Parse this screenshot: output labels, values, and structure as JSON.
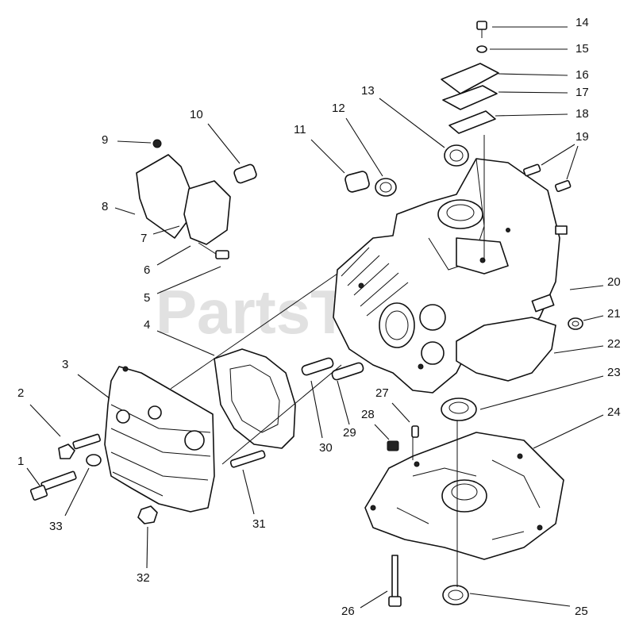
{
  "watermark": "PartsTre",
  "callouts": [
    {
      "id": "1",
      "label": "1"
    },
    {
      "id": "2",
      "label": "2"
    },
    {
      "id": "3",
      "label": "3"
    },
    {
      "id": "4",
      "label": "4"
    },
    {
      "id": "5",
      "label": "5"
    },
    {
      "id": "6",
      "label": "6"
    },
    {
      "id": "7",
      "label": "7"
    },
    {
      "id": "8",
      "label": "8"
    },
    {
      "id": "9",
      "label": "9"
    },
    {
      "id": "10",
      "label": "10"
    },
    {
      "id": "11",
      "label": "11"
    },
    {
      "id": "12",
      "label": "12"
    },
    {
      "id": "13",
      "label": "13"
    },
    {
      "id": "14",
      "label": "14"
    },
    {
      "id": "15",
      "label": "15"
    },
    {
      "id": "16",
      "label": "16"
    },
    {
      "id": "17",
      "label": "17"
    },
    {
      "id": "18",
      "label": "18"
    },
    {
      "id": "19",
      "label": "19"
    },
    {
      "id": "20",
      "label": "20"
    },
    {
      "id": "21",
      "label": "21"
    },
    {
      "id": "22",
      "label": "22"
    },
    {
      "id": "23",
      "label": "23"
    },
    {
      "id": "24",
      "label": "24"
    },
    {
      "id": "25",
      "label": "25"
    },
    {
      "id": "26",
      "label": "26"
    },
    {
      "id": "27",
      "label": "27"
    },
    {
      "id": "28",
      "label": "28"
    },
    {
      "id": "29",
      "label": "29"
    },
    {
      "id": "30",
      "label": "30"
    },
    {
      "id": "31",
      "label": "31"
    },
    {
      "id": "32",
      "label": "32"
    },
    {
      "id": "33",
      "label": "33"
    }
  ]
}
